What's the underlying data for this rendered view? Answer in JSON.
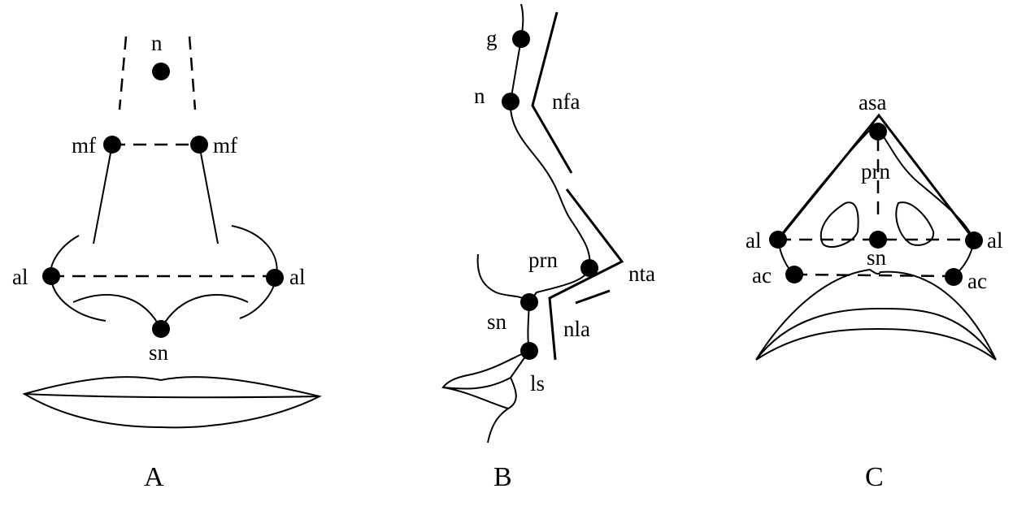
{
  "panel_a": {
    "title": "A",
    "labels": {
      "n": "n",
      "mf_left": "mf",
      "mf_right": "mf",
      "al_left": "al",
      "al_right": "al",
      "sn": "sn"
    }
  },
  "panel_b": {
    "title": "B",
    "labels": {
      "g": "g",
      "n": "n",
      "nfa": "nfa",
      "prn": "prn",
      "nta": "nta",
      "sn": "sn",
      "nla": "nla",
      "ls": "ls"
    }
  },
  "panel_c": {
    "title": "C",
    "labels": {
      "asa": "asa",
      "prn": "prn",
      "al_left": "al",
      "al_right": "al",
      "sn": "sn",
      "ac_left": "ac",
      "ac_right": "ac"
    }
  }
}
